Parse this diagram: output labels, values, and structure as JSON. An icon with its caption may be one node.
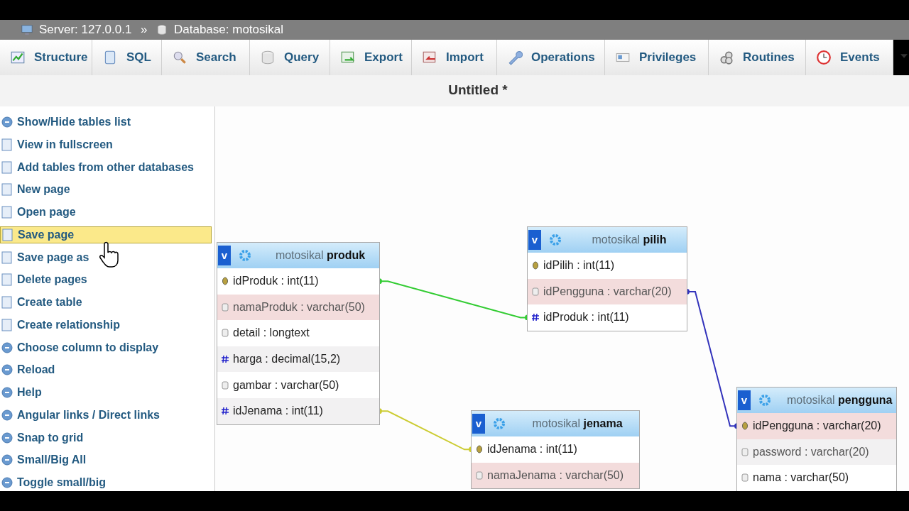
{
  "diagram": {
    "nodes": [
      {
        "text": [
          "v",
          "motosikal **produk**"
        ]
      },
      {
        "text": [
          "idProduk : int(11)"
        ],
        "in": 0
      },
      {
        "text": [
          "namaProduk : varchar(50)"
        ],
        "in": 0
      },
      {
        "text": [
          "detail : longtext"
        ],
        "in": 0
      },
      {
        "text": [
          "harga : decimal(15,2)"
        ],
        "in": 0
      },
      {
        "text": [
          "gambar : varchar(50)"
        ],
        "in": 0
      },
      {
        "text": [
          "idJenama : int(11)"
        ],
        "in": 0
      },
      {
        "text": [
          "v",
          "motosikal **pilih**"
        ]
      },
      {
        "text": [
          "idPilih : int(11)"
        ],
        "in": 7
      },
      {
        "text": [
          "idPengguna : varchar(20)"
        ],
        "in": 7
      },
      {
        "text": [
          "idProduk : int(11)"
        ],
        "in": 7
      },
      {
        "text": [
          "v",
          "motosikal **jenama**"
        ]
      },
      {
        "text": [
          "idJenama : int(11)"
        ],
        "in": 11
      },
      {
        "text": [
          "namaJenama : varchar(50)"
        ],
        "in": 11
      },
      {
        "text": [
          "v",
          "motosikal **pengguna**"
        ]
      },
      {
        "text": [
          "idPengguna : varchar(20)"
        ],
        "in": 14
      },
      {
        "text": [
          "password : varchar(20)"
        ],
        "in": 14
      },
      {
        "text": [
          "nama : varchar(50)"
        ],
        "in": 14
      }
    ],
    "edges": [
      {
        "from": 1,
        "to": 10,
        "arrow": "other",
        "color": "#33cc33"
      },
      {
        "from": 9,
        "to": 15,
        "arrow": "other",
        "color": "#3333bb"
      },
      {
        "from": 6,
        "to": 12,
        "arrow": "other",
        "color": "#cccc33"
      }
    ],
    "labels": [
      "Server: 127.0.0.1",
      "»",
      "Database: motosikal",
      "Structure",
      "SQL",
      "Search",
      "Query",
      "Export",
      "Import",
      "Operations",
      "Privileges",
      "Routines",
      "Events",
      "Untitled *",
      "Show/Hide tables list",
      "View in fullscreen",
      "Add tables from other databases",
      "New page",
      "Open page",
      "Save page",
      "Save page as",
      "Delete pages",
      "Create table",
      "Create relationship",
      "Choose column to display",
      "Reload",
      "Help",
      "Angular links / Direct links",
      "Snap to grid",
      "Small/Big All",
      "Toggle small/big"
    ]
  }
}
